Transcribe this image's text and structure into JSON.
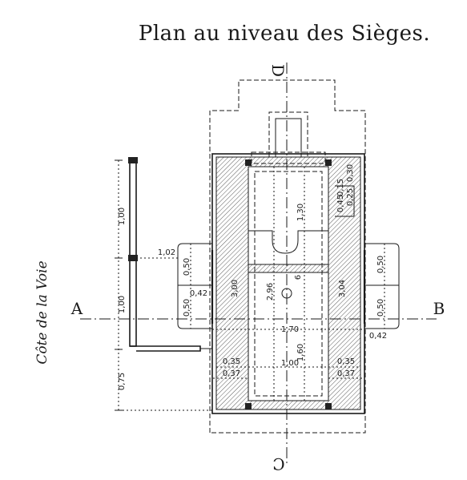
{
  "title": "Plan au niveau des Sièges.",
  "side_label": "Côte de la Voie",
  "axis_letters": {
    "a": "A",
    "b": "B",
    "c": "C",
    "d": "D"
  },
  "dimensions": {
    "left_top_height": "1,00",
    "left_mid_height": "1,00",
    "left_bottom_height": "0,75",
    "left_offset": "1,02",
    "left_upper_half": "0,50",
    "left_lower_half": "0,50",
    "left_small": "0,42",
    "left_wall_height": "3,00",
    "inner_height": "2,96",
    "inner_upper": "1,30",
    "inner_lower": "1,60",
    "six": "6",
    "right_wall_height": "3,04",
    "right_upper_half": "0,50",
    "right_lower_half": "0,50",
    "right_small": "0,42",
    "overall_width": "1,70",
    "inner_width": "1,00",
    "left_wall_a": "0,35",
    "left_wall_b": "0,37",
    "right_wall_a": "0,35",
    "right_wall_b": "0,37",
    "top_right_a": "0,30",
    "top_right_b": "0,25",
    "top_right_c": "0,45",
    "top_right_d": "0,15"
  }
}
